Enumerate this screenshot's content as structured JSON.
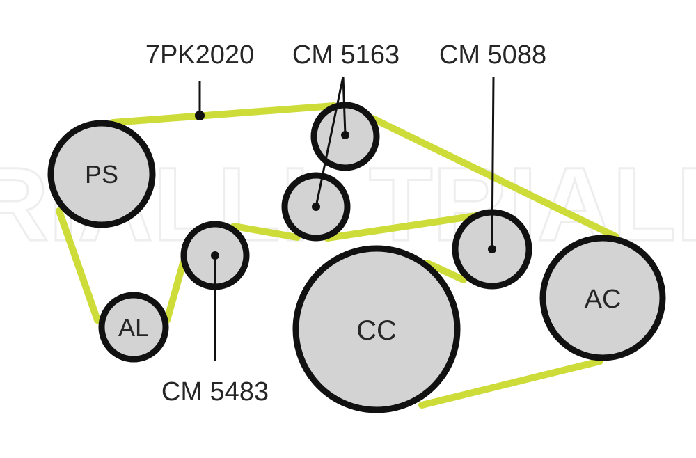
{
  "diagram": {
    "belt": {
      "part_number": "7PK2020",
      "color": "#cddc39"
    },
    "watermark": {
      "text": "TRIALLI"
    },
    "pulleys": [
      {
        "id": "ps",
        "label": "PS"
      },
      {
        "id": "al",
        "label": "AL"
      },
      {
        "id": "cc",
        "label": "CC"
      },
      {
        "id": "ac",
        "label": "AC"
      },
      {
        "id": "idler-top",
        "label": ""
      },
      {
        "id": "idler-mid",
        "label": ""
      },
      {
        "id": "idler-5483",
        "label": ""
      },
      {
        "id": "idler-5088",
        "label": ""
      }
    ],
    "callouts": [
      {
        "id": "belt",
        "text": "7PK2020"
      },
      {
        "id": "cm5163",
        "text": "CM 5163"
      },
      {
        "id": "cm5088",
        "text": "CM 5088"
      },
      {
        "id": "cm5483",
        "text": "CM 5483"
      }
    ],
    "colors": {
      "pulley_fill": "#d3d3d3",
      "pulley_stroke": "#111111",
      "text": "#262626"
    }
  }
}
